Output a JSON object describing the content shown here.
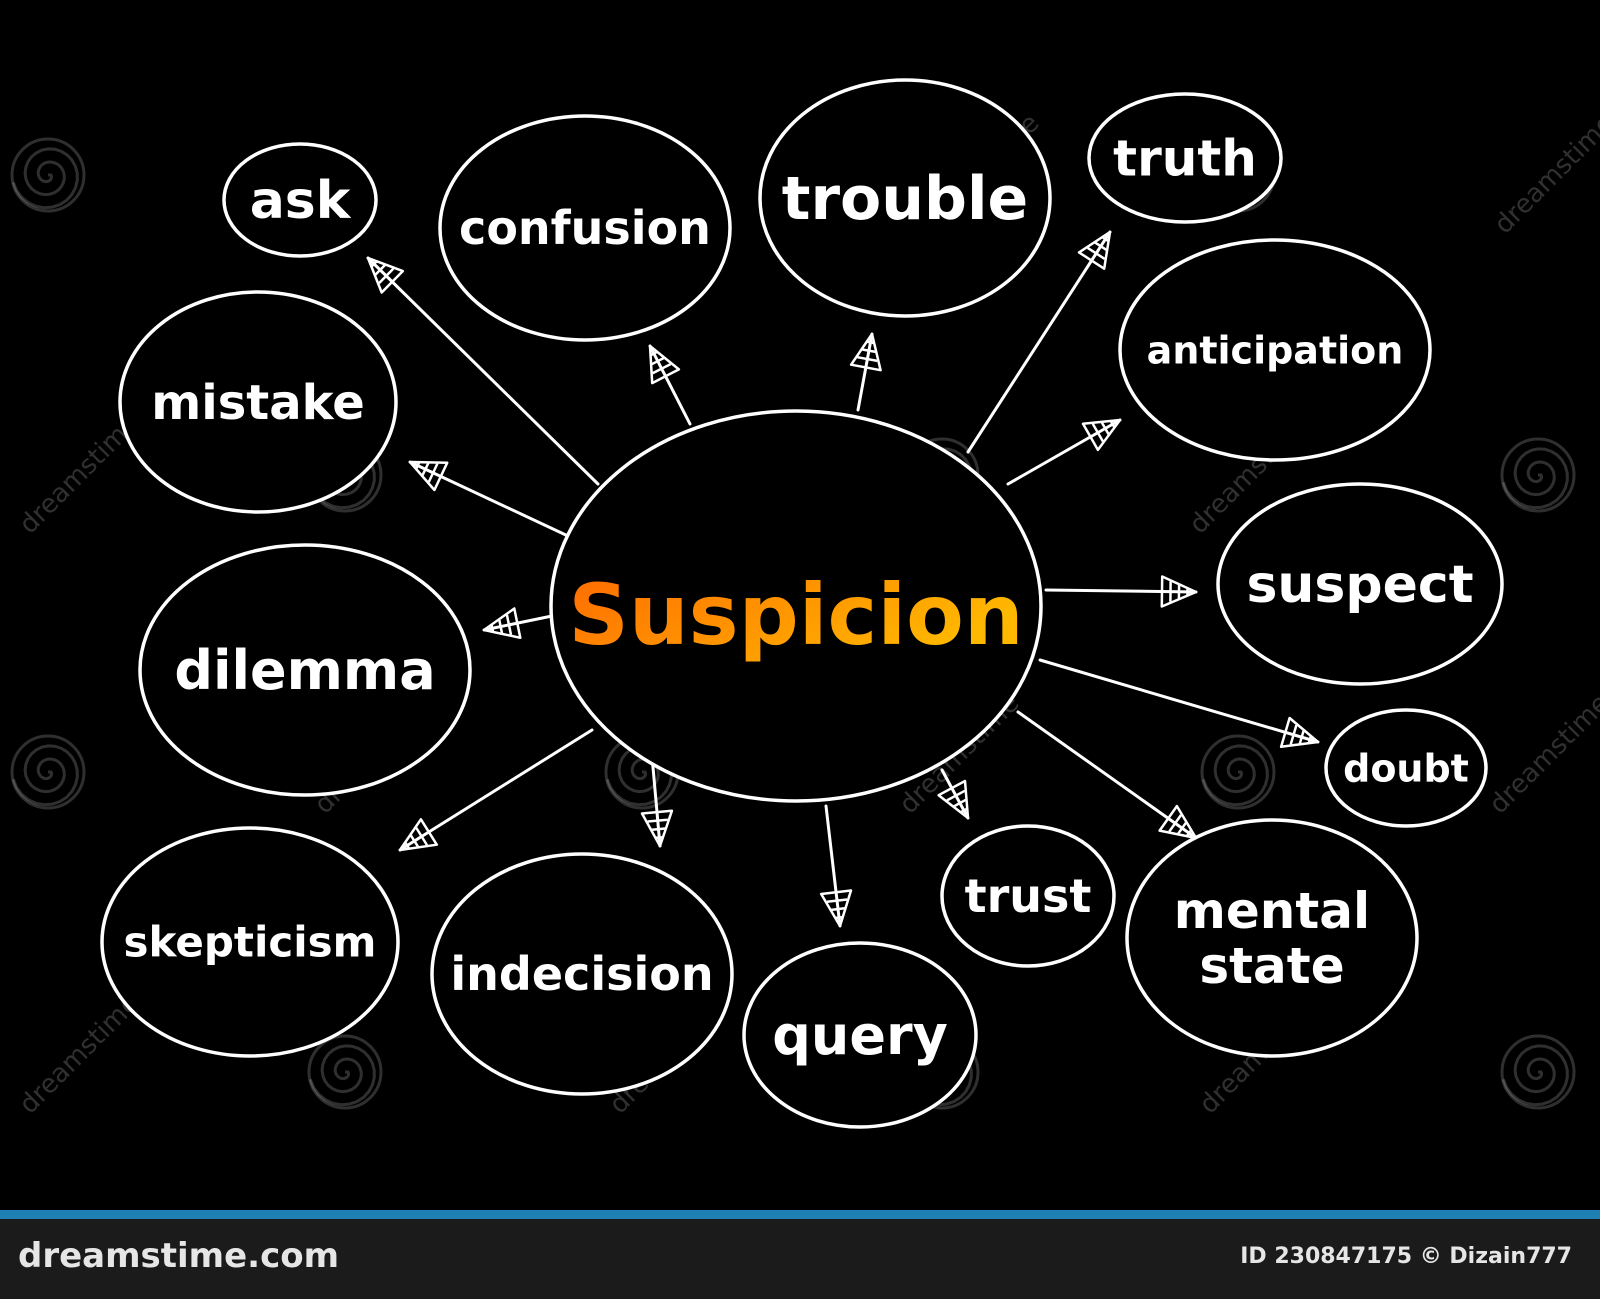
{
  "central_node": {
    "label": "Suspicion",
    "gradient_start": "#ff6a00",
    "gradient_end": "#ffb800"
  },
  "nodes": [
    {
      "id": "ask",
      "label": "ask"
    },
    {
      "id": "confusion",
      "label": "confusion"
    },
    {
      "id": "trouble",
      "label": "trouble"
    },
    {
      "id": "truth",
      "label": "truth"
    },
    {
      "id": "anticipation",
      "label": "anticipation"
    },
    {
      "id": "mistake",
      "label": "mistake"
    },
    {
      "id": "suspect",
      "label": "suspect"
    },
    {
      "id": "dilemma",
      "label": "dilemma"
    },
    {
      "id": "doubt",
      "label": "doubt"
    },
    {
      "id": "skepticism",
      "label": "skepticism"
    },
    {
      "id": "indecision",
      "label": "indecision"
    },
    {
      "id": "query",
      "label": "query"
    },
    {
      "id": "trust",
      "label": "trust"
    },
    {
      "id": "mental-state",
      "lines": [
        "mental",
        "state"
      ]
    }
  ],
  "watermark": {
    "text": "dreamstime",
    "icon": "swirl-icon"
  },
  "footer": {
    "site": "dreamstime.com",
    "credit": "ID 230847175 © Dizain777"
  },
  "colors": {
    "background": "#000000",
    "stroke": "#ffffff",
    "footer_accent": "#1e7fb3"
  }
}
